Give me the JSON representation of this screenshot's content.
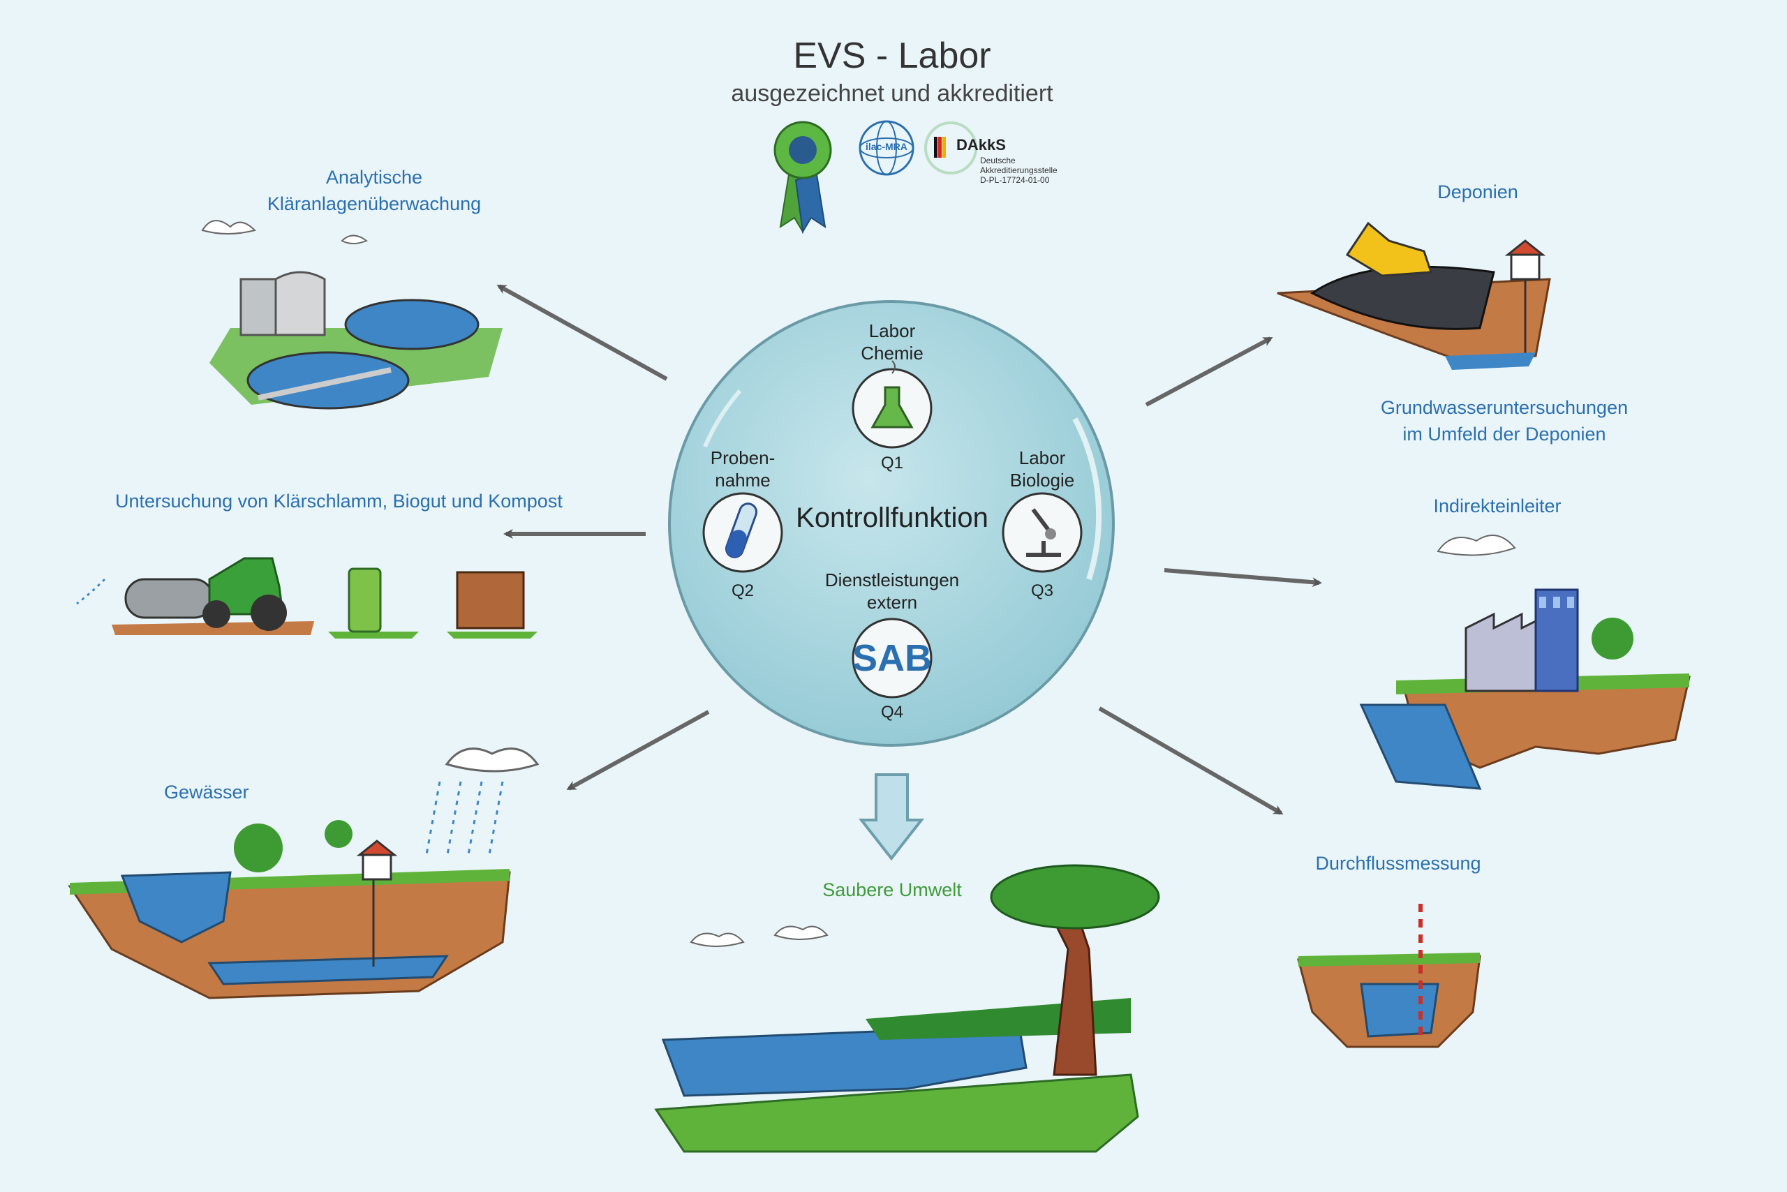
{
  "header": {
    "title": "EVS - Labor",
    "subtitle": "ausgezeichnet und akkreditiert",
    "badges": {
      "ilac": "ilac-MRA",
      "dakks_name": "DAkkS",
      "dakks_line1": "Deutsche",
      "dakks_line2": "Akkreditierungsstelle",
      "dakks_code": "D-PL-17724-01-00"
    }
  },
  "center": {
    "title": "Kontrollfunktion",
    "q1": {
      "label_line1": "Labor",
      "label_line2": "Chemie",
      "code": "Q1"
    },
    "q2": {
      "label_line1": "Proben-",
      "label_line2": "nahme",
      "code": "Q2"
    },
    "q3": {
      "label_line1": "Labor",
      "label_line2": "Biologie",
      "code": "Q3"
    },
    "q4": {
      "label_line1": "Dienstleistungen",
      "label_line2": "extern",
      "code": "Q4",
      "logo": "SAB"
    }
  },
  "areas": {
    "klaeranlage": {
      "line1": "Analytische",
      "line2": "Kläranlagenüberwachung"
    },
    "klaerschlamm": "Untersuchung von Klärschlamm, Biogut und Kompost",
    "gewaesser": "Gewässer",
    "umwelt": "Saubere Umwelt",
    "deponien": "Deponien",
    "grundwasser": {
      "line1": "Grundwasseruntersuchungen",
      "line2": "im Umfeld der Deponien"
    },
    "indirekt": "Indirekteinleiter",
    "durchfluss": "Durchflussmessung"
  },
  "colors": {
    "label_blue": "#2a6fb0",
    "label_green": "#3f9a3a",
    "bubble": "#a9d6df",
    "water": "#3f86c6",
    "soil": "#c47a45",
    "grass": "#5fb33b"
  }
}
